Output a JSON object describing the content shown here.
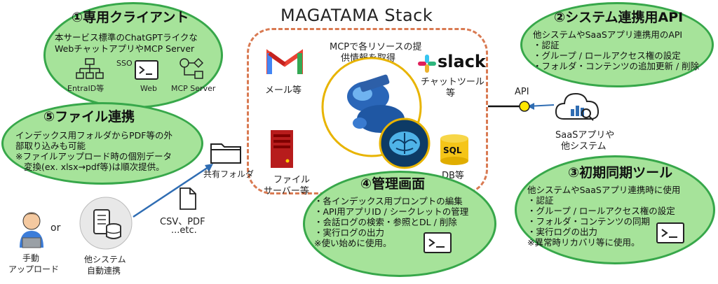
{
  "stack_title": "MAGATAMA Stack",
  "center_caption": [
    "MCPで各リソースの提",
    "供情報を取得"
  ],
  "resources": {
    "mail": "メール等",
    "chat": [
      "チャットツール",
      "等"
    ],
    "db": "DB等",
    "fileserver": [
      "ファイル",
      "サーバー等"
    ],
    "slack": "slack",
    "sql": "SQL"
  },
  "client": {
    "title": "①専用クライアント",
    "lines": [
      "本サービス標準のChatGPTライクな",
      "WebチャットアプリやMCP Server"
    ],
    "sso": "SSO",
    "entra": "EntraID等",
    "web": "Web",
    "mcp": "MCP Server"
  },
  "api_bubble": {
    "title": "②システム連携用API",
    "lines": [
      "他システムやSaaSアプリ連携用のAPI",
      "・認証",
      "・グループ / ロールアクセス権の設定",
      "・フォルダ・コンテンツの追加更新 / 削除"
    ]
  },
  "sync_bubble": {
    "title": "③初期同期ツール",
    "lines": [
      "他システムやSaaSアプリ連携時に使用",
      "・認証",
      "・グループ / ロールアクセス権の設定",
      "・フォルダ・コンテンツの同期",
      "・実行ログの出力",
      "※異常時リカバリ等に使用。"
    ]
  },
  "admin_bubble": {
    "title": "④管理画面",
    "lines": [
      "・各インデックス用プロンプトの編集",
      "・API用アプリID / シークレットの管理",
      "・会話ログの検索・参照とDL / 削除",
      "・実行ログの出力",
      "※使い始めに使用。"
    ]
  },
  "file_bubble": {
    "title": "⑤ファイル連携",
    "lines": [
      "インデックス用フォルダからPDF等の外",
      "部取り込みも可能",
      "※ファイルアップロード時の個別データ",
      "変換(ex. xlsx→pdf等)は順次提供。"
    ]
  },
  "api_label": "API",
  "saas_label": [
    "SaaSアプリや",
    "他システム"
  ],
  "shared_folder": "共有フォルダ",
  "docs_label": [
    "CSV、PDF",
    "...etc."
  ],
  "or_label": "or",
  "manual_label": [
    "手動",
    "アップロード"
  ],
  "auto_label": [
    "他システム",
    "自動連携"
  ],
  "colors": {
    "bubble_fill": "#a6e39a",
    "bubble_border": "#37a74a",
    "stack_border": "#d97a52",
    "arrow": "#2f6db3",
    "api_node": "#ffe600"
  }
}
